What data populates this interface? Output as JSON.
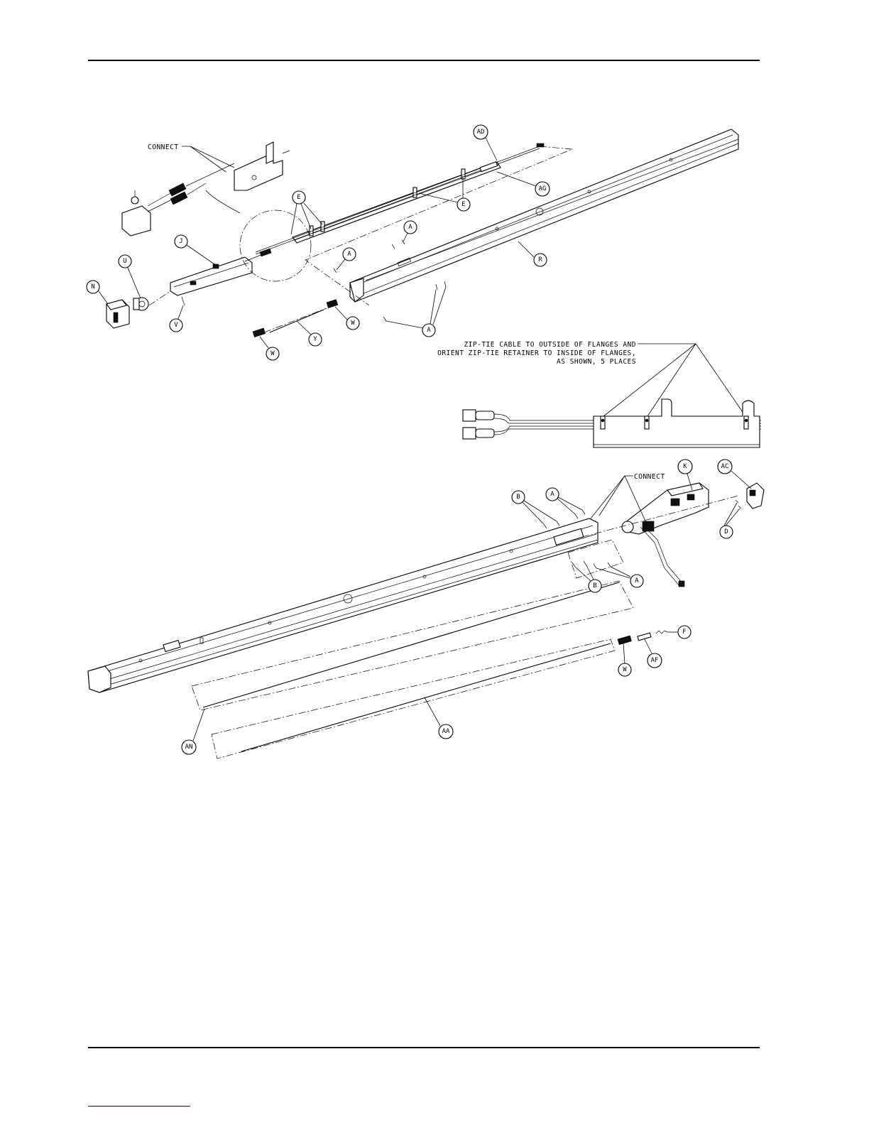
{
  "notes": {
    "connect_top": "CONNECT",
    "connect_bottom": "CONNECT",
    "zip_line1": "ZIP-TIE CABLE TO OUTSIDE OF FLANGES AND",
    "zip_line2": "ORIENT ZIP-TIE RETAINER TO INSIDE OF FLANGES,",
    "zip_line3": "AS SHOWN, 5 PLACES"
  },
  "callouts": {
    "AD": "AD",
    "AG": "AG",
    "E1": "E",
    "E2": "E",
    "J": "J",
    "U": "U",
    "N": "N",
    "V": "V",
    "A1": "A",
    "A2": "A",
    "A3": "A",
    "R": "R",
    "W1": "W",
    "Y": "Y",
    "W2": "W",
    "K": "K",
    "AC": "AC",
    "B1": "B",
    "A4": "A",
    "D": "D",
    "B2": "B",
    "A5": "A",
    "F": "F",
    "W3": "W",
    "AF": "AF",
    "AN": "AN",
    "AA": "AA"
  }
}
